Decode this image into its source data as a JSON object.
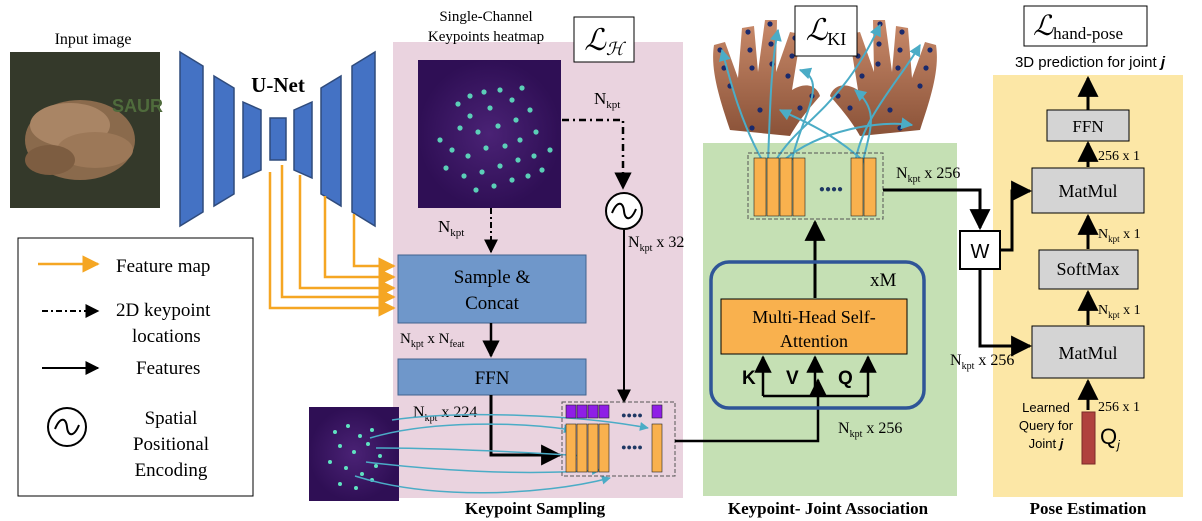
{
  "input_image": {
    "caption": "Input image",
    "overlay_text": "SAUR"
  },
  "unet": {
    "label": "U-Net"
  },
  "heatmap": {
    "caption_line1": "Single-Channel",
    "caption_line2": "Keypoints heatmap"
  },
  "loss": {
    "heatmap": {
      "main": "ℒ",
      "sub": "ℋ"
    },
    "ki": {
      "main": "ℒ",
      "sub": "KI"
    },
    "pose": {
      "main": "ℒ",
      "sub": "hand-pose"
    }
  },
  "legend": {
    "feature_map": "Feature map",
    "keypoint_line1": "2D keypoint",
    "keypoint_line2": "locations",
    "features": "Features",
    "spe_line1": "Spatial",
    "spe_line2": "Positional",
    "spe_line3": "Encoding"
  },
  "sampling": {
    "sample_concat_line1": "Sample &",
    "sample_concat_line2": "Concat",
    "ffn": "FFN",
    "dots": "●●●●",
    "title": "Keypoint  Sampling"
  },
  "dims": {
    "n": "N",
    "kpt": "kpt",
    "feat": "feat",
    "x_nfeat": " x N",
    "x32": " x 32",
    "x224": " x 224",
    "x256": " x 256",
    "x1": " x 1",
    "n256x1": "256 x 1"
  },
  "association": {
    "xm": "xM",
    "mhsa_line1": "Multi-Head Self-",
    "mhsa_line2": "Attention",
    "k": "K",
    "v": "V",
    "q": "Q",
    "title": "Keypoint- Joint Association"
  },
  "pose": {
    "prediction_prefix": "3D prediction for joint ",
    "prediction_joint": "j",
    "ffn": "FFN",
    "matmul_top": "MatMul",
    "softmax": "SoftMax",
    "matmul_bottom": "MatMul",
    "w": "W",
    "learned_line1": "Learned",
    "learned_line2": "Query for",
    "learned_line3": "Joint ",
    "joint": "j",
    "q": "Q",
    "q_sub": "j",
    "title": "Pose Estimation"
  },
  "colors": {
    "sampling_bg": "#ead3df",
    "association_bg": "#c5e0b4",
    "pose_bg": "#fce7a6",
    "blue_box": "#6f97ca",
    "orange": "#f9b14e",
    "purple": "#8f1ee6",
    "gray_box": "#d4d4d4",
    "heatmap_bg": "#3b1663",
    "unet_fill": "#4472c4",
    "teal_arrow": "#4bacc6",
    "feature_arrow": "#f5a623",
    "query_bar": "#b0413e"
  }
}
